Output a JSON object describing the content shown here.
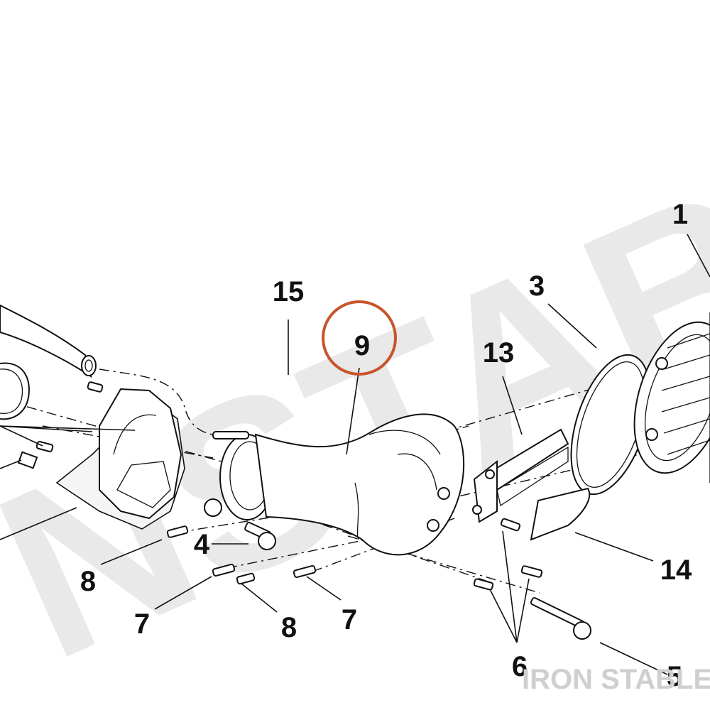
{
  "watermark": {
    "text": "NSTABL",
    "color": "#e6e6e6"
  },
  "brand": {
    "text": "IRON STABLE",
    "color": "#cccccc"
  },
  "highlight": {
    "color": "#c8552e",
    "label": "9"
  },
  "callouts": [
    {
      "id": "c1",
      "label": "1"
    },
    {
      "id": "c3",
      "label": "3"
    },
    {
      "id": "c13",
      "label": "13"
    },
    {
      "id": "c15",
      "label": "15"
    },
    {
      "id": "c9",
      "label": "9"
    },
    {
      "id": "c14",
      "label": "14"
    },
    {
      "id": "c4",
      "label": "4"
    },
    {
      "id": "c8a",
      "label": "8"
    },
    {
      "id": "c7a",
      "label": "7"
    },
    {
      "id": "c8b",
      "label": "8"
    },
    {
      "id": "c7b",
      "label": "7"
    },
    {
      "id": "c6",
      "label": "6"
    },
    {
      "id": "c5",
      "label": "5"
    }
  ]
}
